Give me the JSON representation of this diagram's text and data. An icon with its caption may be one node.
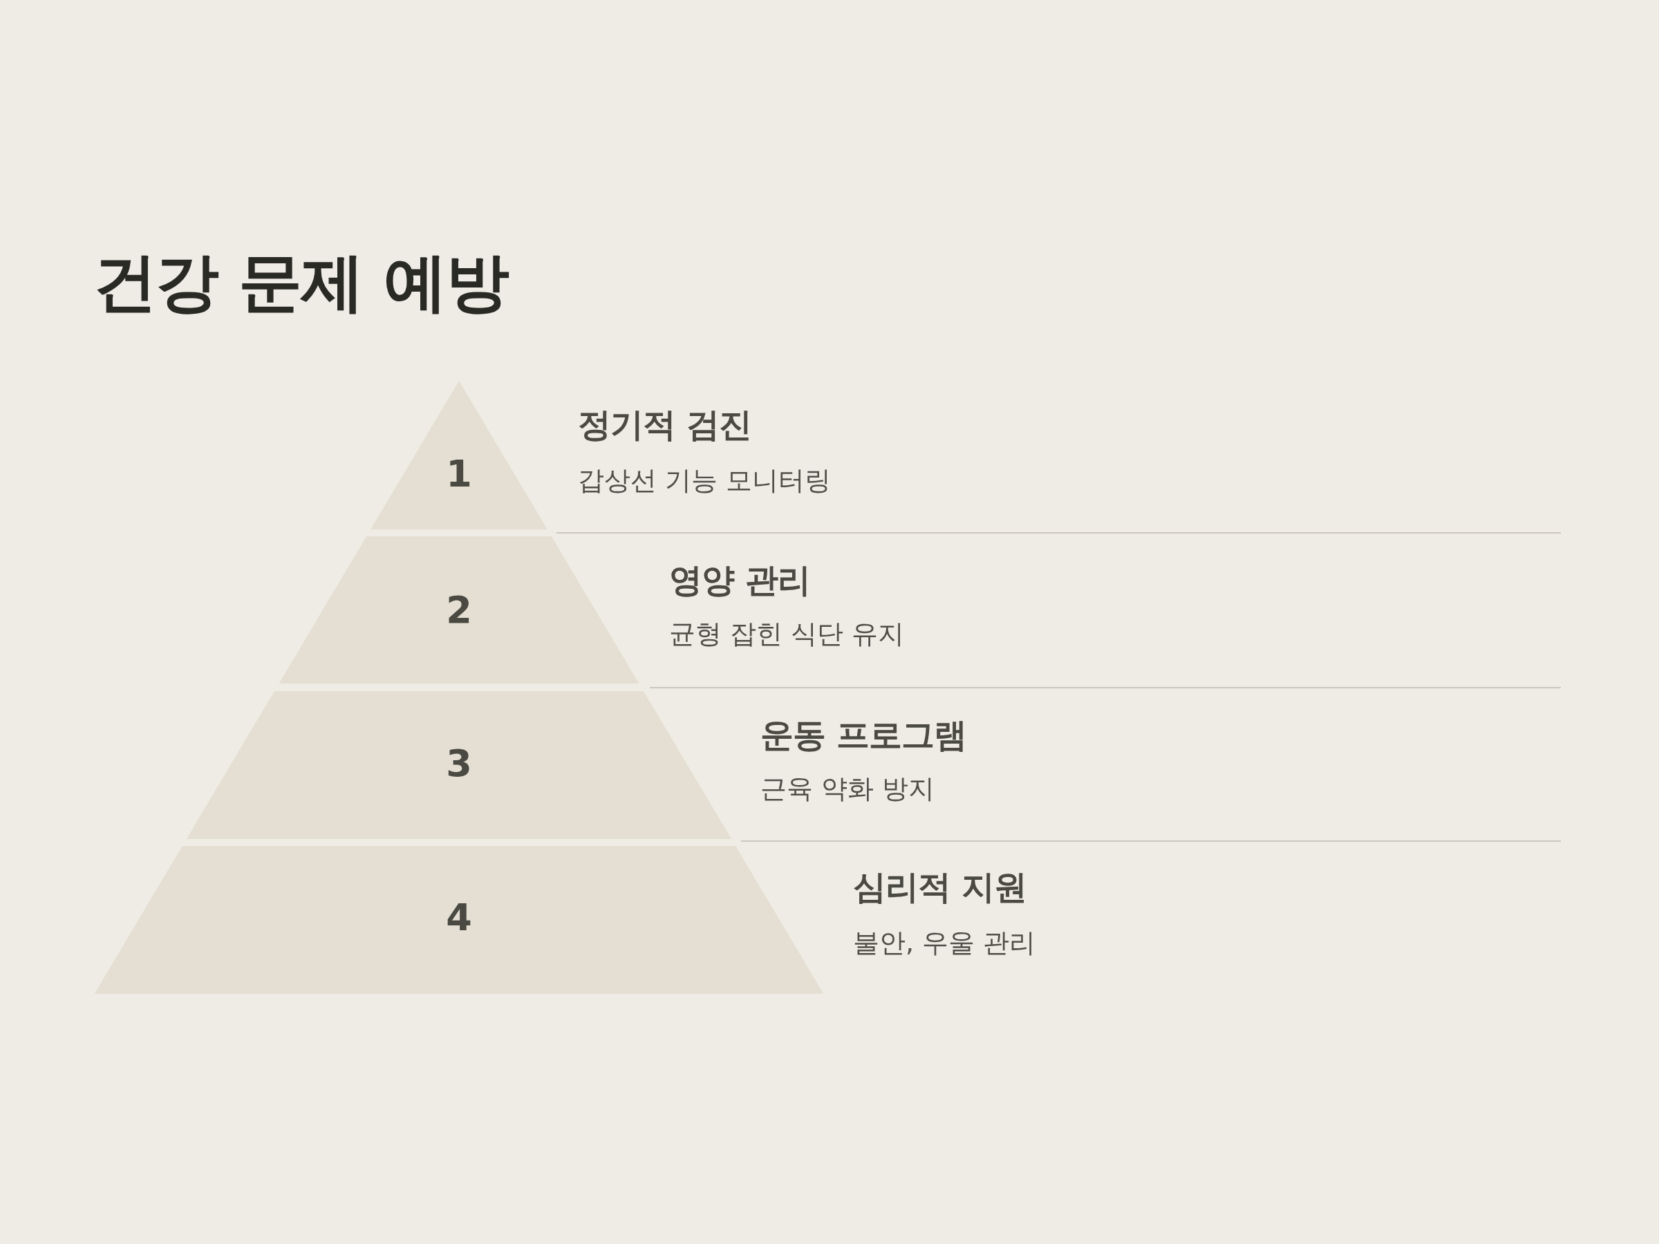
{
  "diagram": {
    "title": "건강 문제 예방",
    "nodes": [
      {
        "text": [
          "1"
        ],
        "beside": [
          "정기적 검진",
          "갑상선 기능 모니터링"
        ]
      },
      {
        "text": [
          "2"
        ],
        "beside": [
          "영양 관리",
          "균형 잡힌 식단 유지"
        ]
      },
      {
        "text": [
          "3"
        ],
        "beside": [
          "운동 프로그램",
          "근육 약화 방지"
        ]
      },
      {
        "text": [
          "4"
        ],
        "beside": [
          "심리적 지원",
          "불안, 우울 관리"
        ]
      }
    ]
  }
}
